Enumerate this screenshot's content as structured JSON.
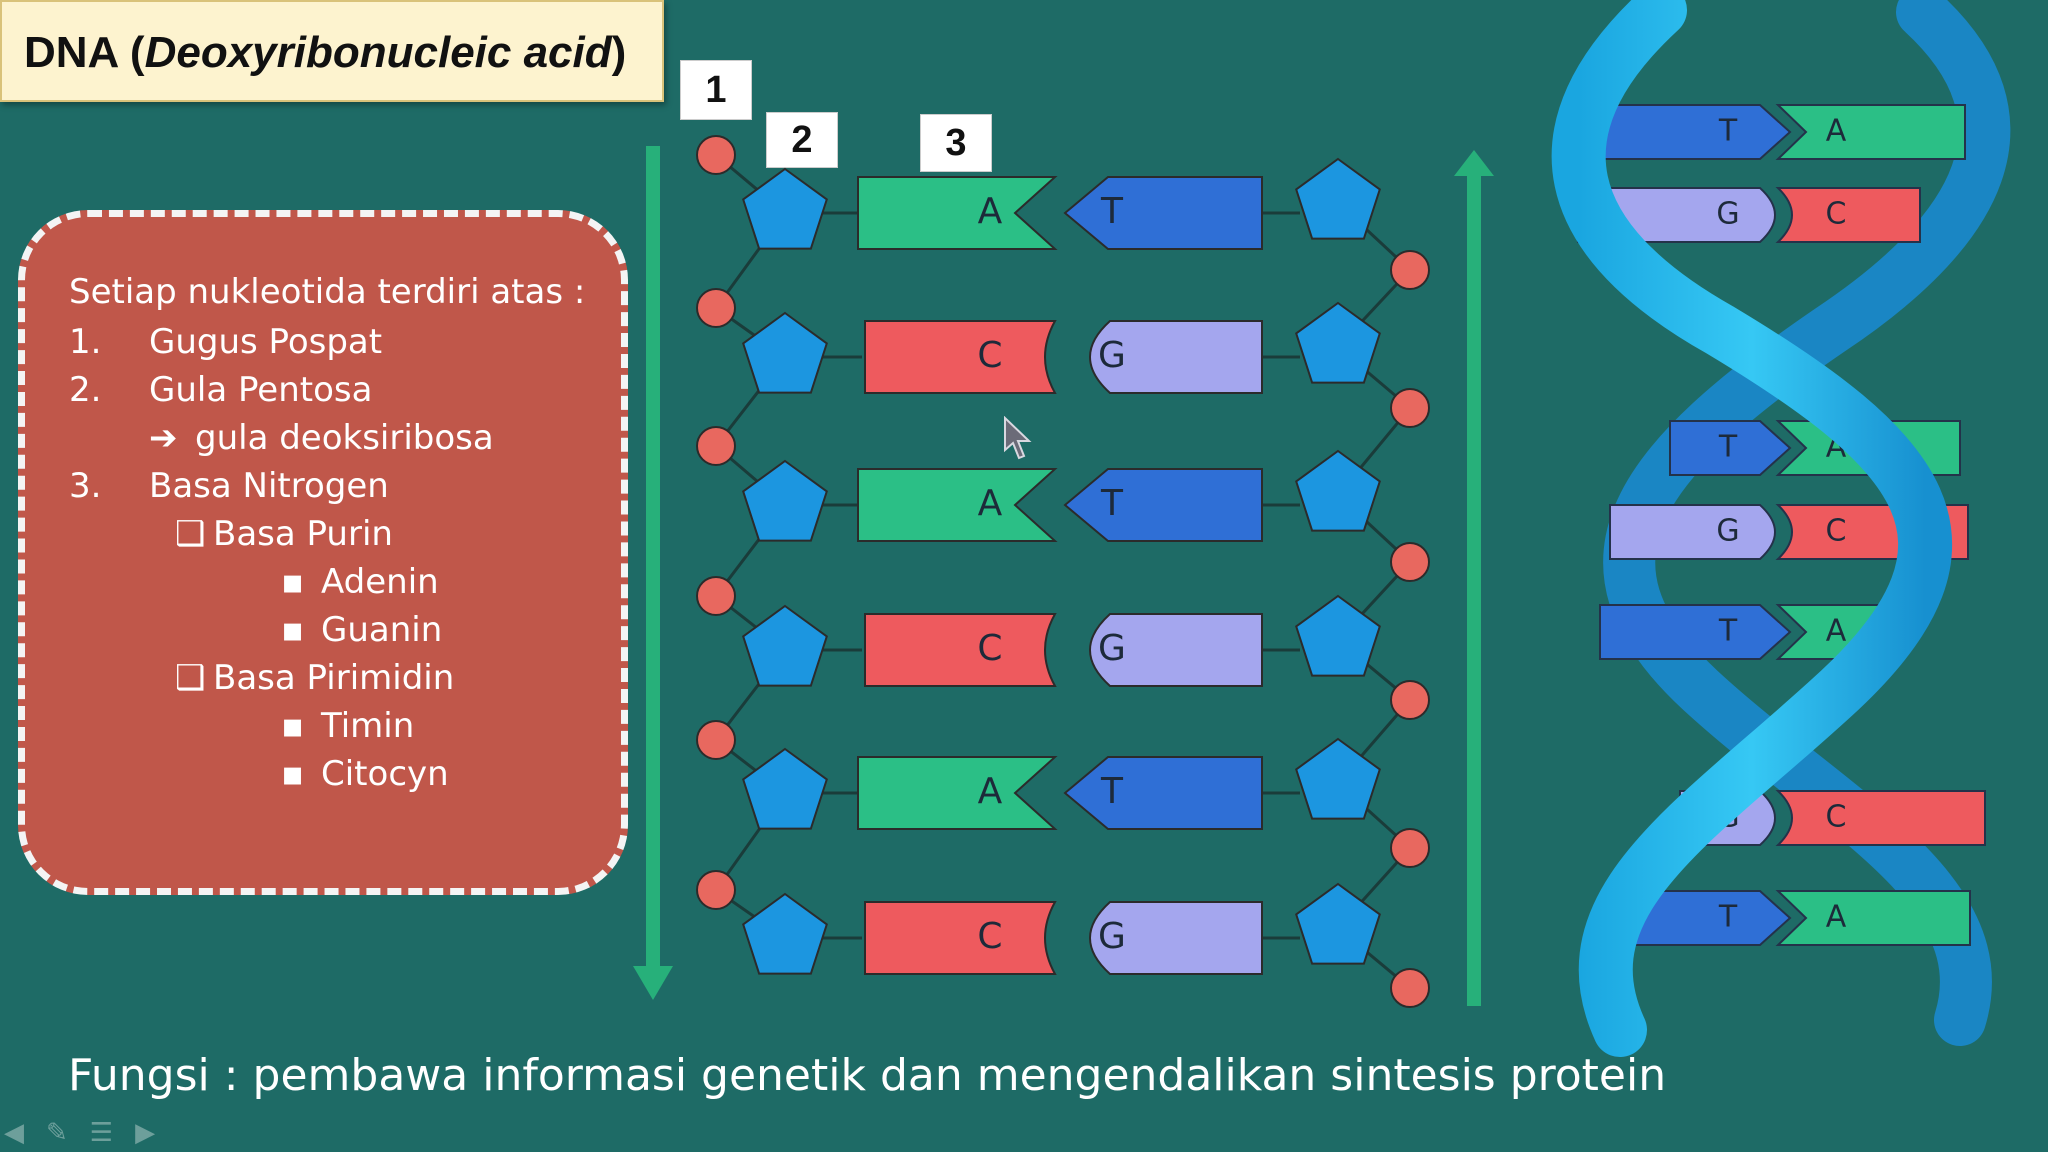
{
  "title": {
    "prefix": "DNA (",
    "italic": "Deoxyribonucleic acid",
    "suffix": ")"
  },
  "labels": [
    "1",
    "2",
    "3"
  ],
  "info": {
    "heading": "Setiap nukleotida terdiri atas :",
    "items": [
      {
        "num": "1.",
        "text": "Gugus Pospat"
      },
      {
        "num": "2.",
        "text": "Gula Pentosa"
      },
      {
        "arrow": "➔",
        "text": "gula deoksiribosa"
      },
      {
        "num": "3.",
        "text": "Basa Nitrogen"
      },
      {
        "box": "❑",
        "text": "Basa Purin"
      },
      {
        "bullet": "▪",
        "text": "Adenin"
      },
      {
        "bullet": "▪",
        "text": "Guanin"
      },
      {
        "box": "❑",
        "text": "Basa Pirimidin"
      },
      {
        "bullet": "▪",
        "text": "Timin"
      },
      {
        "bullet": "▪",
        "text": "Citocyn"
      }
    ]
  },
  "ladder": {
    "pairs": [
      {
        "left": "A",
        "right": "T"
      },
      {
        "left": "C",
        "right": "G"
      },
      {
        "left": "A",
        "right": "T"
      },
      {
        "left": "C",
        "right": "G"
      },
      {
        "left": "A",
        "right": "T"
      },
      {
        "left": "C",
        "right": "G"
      }
    ]
  },
  "helix": {
    "pairs": [
      {
        "left": "T",
        "right": "A"
      },
      {
        "left": "G",
        "right": "C"
      },
      {
        "left": "T",
        "right": "A"
      },
      {
        "left": "G",
        "right": "C"
      },
      {
        "left": "T",
        "right": "A"
      },
      {
        "left": "G",
        "right": "C"
      },
      {
        "left": "T",
        "right": "A"
      }
    ]
  },
  "colors": {
    "background": "#1e6b66",
    "phosphate": "#e8685f",
    "sugar": "#1c96e0",
    "adenine": "#2bbf86",
    "thymine": "#2f6fd6",
    "cytosine": "#ee5a5e",
    "guanine": "#a4a6ee",
    "arrow": "#27b07a",
    "strand": "#26b8ea"
  },
  "footer": "Fungsi : pembawa informasi genetik dan mengendalikan sintesis protein"
}
